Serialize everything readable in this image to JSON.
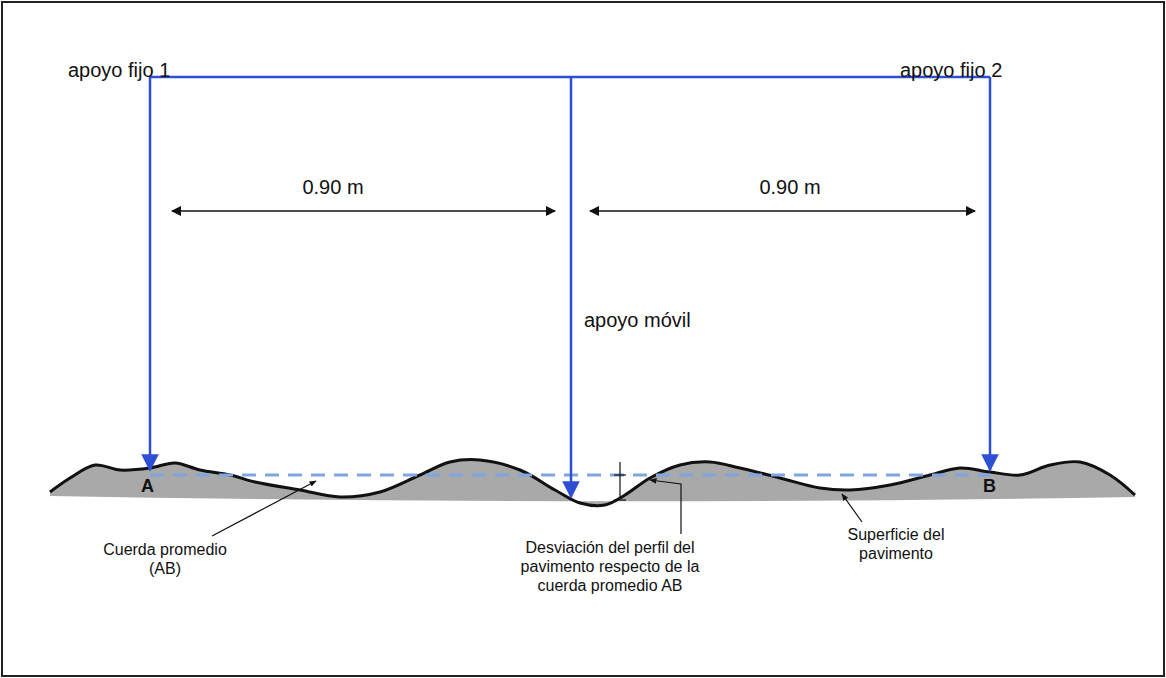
{
  "diagram": {
    "labels": [
      "apoyo fijo 1",
      "apoyo fijo 2",
      "0.90 m",
      "0.90 m",
      "apoyo móvil",
      "A",
      "B",
      "Cuerda promedio (AB)",
      "Desviación del perfil del pavimento respecto de la cuerda promedio AB",
      "Superficie del pavimento"
    ]
  }
}
